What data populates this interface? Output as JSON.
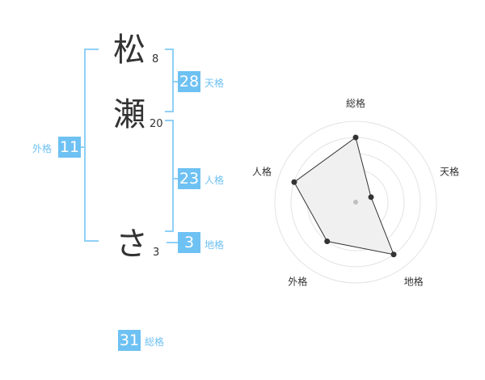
{
  "name": {
    "chars": [
      {
        "char": "松",
        "strokes": "8"
      },
      {
        "char": "瀬",
        "strokes": "20"
      },
      {
        "char": "さ",
        "strokes": "3"
      }
    ]
  },
  "kakusu": {
    "tenkaku": {
      "value": "28",
      "label": "天格"
    },
    "jinkaku": {
      "value": "23",
      "label": "人格"
    },
    "chikaku": {
      "value": "3",
      "label": "地格"
    },
    "gaikaku": {
      "value": "11",
      "label": "外格"
    },
    "soukaku": {
      "value": "31",
      "label": "総格"
    }
  },
  "colors": {
    "accent": "#6ec1f3",
    "bracket": "#8fd0f7",
    "text": "#333333"
  },
  "chart_data": {
    "type": "radar",
    "axes": [
      "総格",
      "天格",
      "地格",
      "外格",
      "人格"
    ],
    "max": 5,
    "rings": 5,
    "values": [
      4,
      1,
      4,
      3,
      4
    ]
  }
}
